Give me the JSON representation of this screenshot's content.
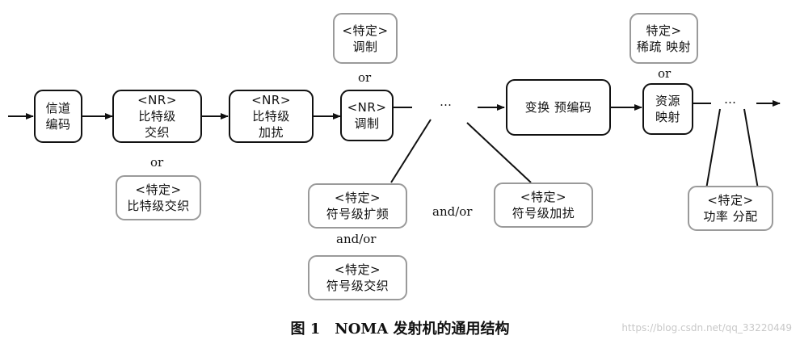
{
  "pipeline": [
    {
      "id": "channel-coding",
      "label": "信道\n编码"
    },
    {
      "id": "nr-bit-interleaving",
      "label": "<NR>\n比特级\n交织"
    },
    {
      "id": "nr-bit-scrambling",
      "label": "<NR>\n比特级\n加扰"
    },
    {
      "id": "nr-modulation",
      "label": "<NR>\n调制"
    },
    {
      "id": "transform-precoding",
      "label": "变换 预编码"
    },
    {
      "id": "resource-mapping",
      "label": "资源\n映射"
    }
  ],
  "ellipsis": "…",
  "options": {
    "specific_bit_interleaving": "<特定>\n比特级交织",
    "specific_modulation": "<特定>\n调制",
    "specific_symbol_spreading": "<特定>\n符号级扩频",
    "specific_symbol_interleaving": "<特定>\n符号级交织",
    "specific_symbol_scrambling": "<特定>\n符号级加扰",
    "specific_sparse_mapping": "特定>\n稀疏 映射",
    "specific_power_allocation": "<特定>\n功率 分配"
  },
  "connectors": {
    "or": "or",
    "and_or": "and/or"
  },
  "caption": "图 1　NOMA 发射机的通用结构",
  "watermark": "https://blog.csdn.net/qq_33220449"
}
